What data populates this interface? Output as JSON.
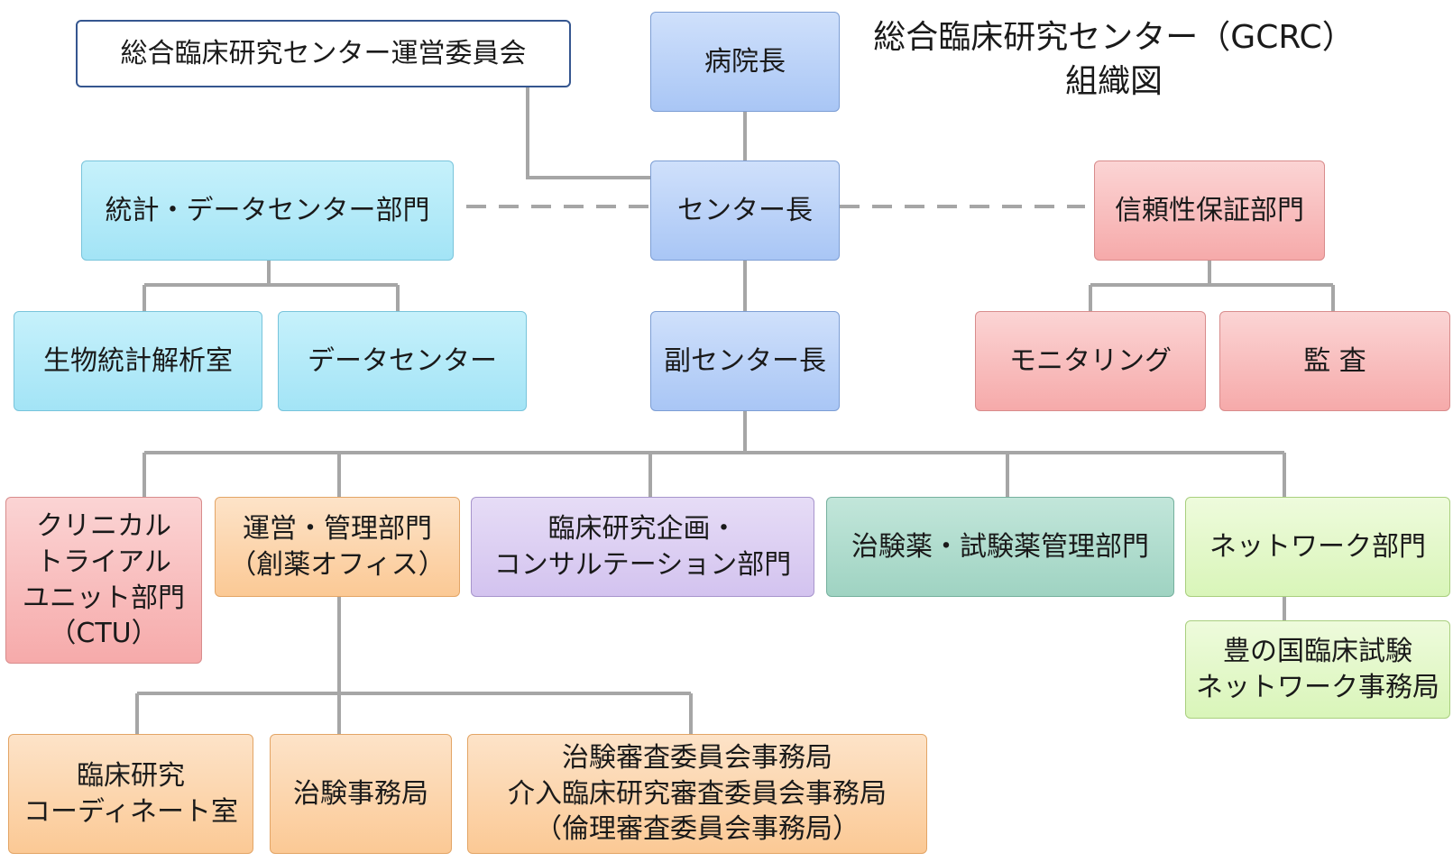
{
  "title": {
    "line1": "総合臨床研究センター（GCRC）",
    "line2": "組織図"
  },
  "colors": {
    "connector": "#a6a6a6",
    "executive": "#a9c6f5",
    "data_center": "#a3e4f6",
    "quality": "#f6aaaa",
    "management": "#fbc995",
    "consultation": "#d3c3ef",
    "drug_management": "#9fd3c2",
    "network": "#d9f5b9"
  },
  "nodes": {
    "steering_committee": "総合臨床研究センター運営委員会",
    "hospital_director": "病院長",
    "center_director": "センター長",
    "vice_director": "副センター長",
    "stats_data_dept": "統計・データセンター部門",
    "biostats_room": "生物統計解析室",
    "data_center": "データセンター",
    "reliability_dept": "信頼性保証部門",
    "monitoring": "モニタリング",
    "audit": "監 査",
    "ctu": "クリニカル\nトライアル\nユニット部門\n（CTU）",
    "management_dept": "運営・管理部門\n（創薬オフィス）",
    "planning_dept": "臨床研究企画・\nコンサルテーション部門",
    "drug_dept": "治験薬・試験薬管理部門",
    "network_dept": "ネットワーク部門",
    "network_office": "豊の国臨床試験\nネットワーク事務局",
    "crc_room": "臨床研究\nコーディネート室",
    "trial_office": "治験事務局",
    "irb_office": "治験審査委員会事務局\n介入臨床研究審査委員会事務局\n（倫理審査委員会事務局）"
  }
}
